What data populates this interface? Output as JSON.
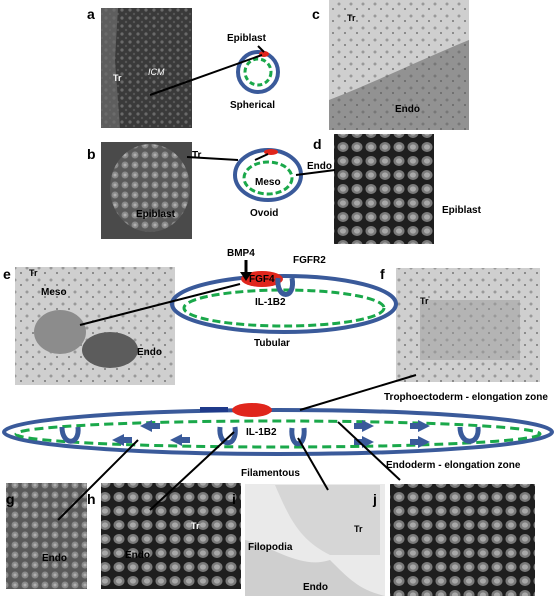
{
  "panels": {
    "a": "a",
    "b": "b",
    "c": "c",
    "d": "d",
    "e": "e",
    "f": "f",
    "g": "g",
    "h": "h",
    "i": "i",
    "j": "j"
  },
  "labels": {
    "epiblast_a": "Epiblast",
    "spherical": "Spherical",
    "tr_a": "Tr",
    "icm": "ICM",
    "tr_b": "Tr",
    "meso_b": "Meso",
    "ovoid": "Ovoid",
    "epiblast_b": "Epiblast",
    "tr_c": "Tr",
    "endo_c": "Endo",
    "endo_d": "Endo",
    "epiblast_d": "Epiblast",
    "bmp4": "BMP4",
    "fgfr2": "FGFR2",
    "fgf4": "FGF4",
    "il1b2_tubular": "IL-1B2",
    "tubular": "Tubular",
    "tr_e": "Tr",
    "meso_e": "Meso",
    "endo_e": "Endo",
    "tr_f": "Tr",
    "troph_zone": "Trophoectoderm - elongation zone",
    "il1b2_fil": "IL-1B2",
    "endo_zone": "Endoderm - elongation zone",
    "filamentous": "Filamentous",
    "endo_g": "Endo",
    "endo_h": "Endo",
    "tr_h": "Tr",
    "filopodia": "Filopodia",
    "tr_i": "Tr",
    "endo_i": "Endo"
  },
  "colors": {
    "outline": "#3a5a9a",
    "dashed": "#1aa84a",
    "red": "#e0261c",
    "arrow": "#3a5a9a"
  }
}
